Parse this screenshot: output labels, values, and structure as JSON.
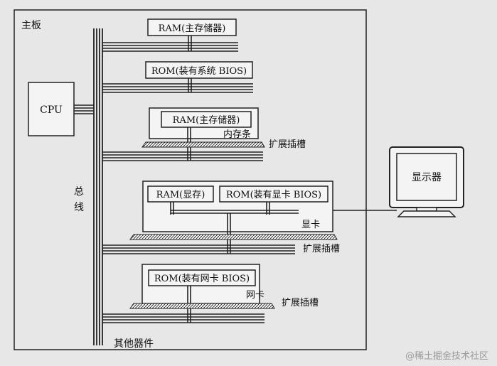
{
  "board_label": "主板",
  "cpu_label": "CPU",
  "bus_label_1": "总",
  "bus_label_2": "线",
  "ram_main_label": "RAM(主存储器)",
  "rom_bios_label": "ROM(装有系统 BIOS)",
  "memory_module": {
    "ram_label": "RAM(主存储器)",
    "module_label": "内存条",
    "slot_label": "扩展插槽"
  },
  "video_card": {
    "ram_label": "RAM(显存)",
    "rom_label": "ROM(装有显卡 BIOS)",
    "card_label": "显卡",
    "slot_label": "扩展插槽"
  },
  "network_card": {
    "rom_label": "ROM(装有网卡 BIOS)",
    "card_label": "网卡",
    "slot_label": "扩展插槽"
  },
  "other_devices_label": "其他器件",
  "monitor_label": "显示器",
  "watermark": "@稀土掘金技术社区",
  "colors": {
    "background": "#e7e7e7",
    "line": "#222222",
    "box_fill": "#f4f4f4"
  }
}
